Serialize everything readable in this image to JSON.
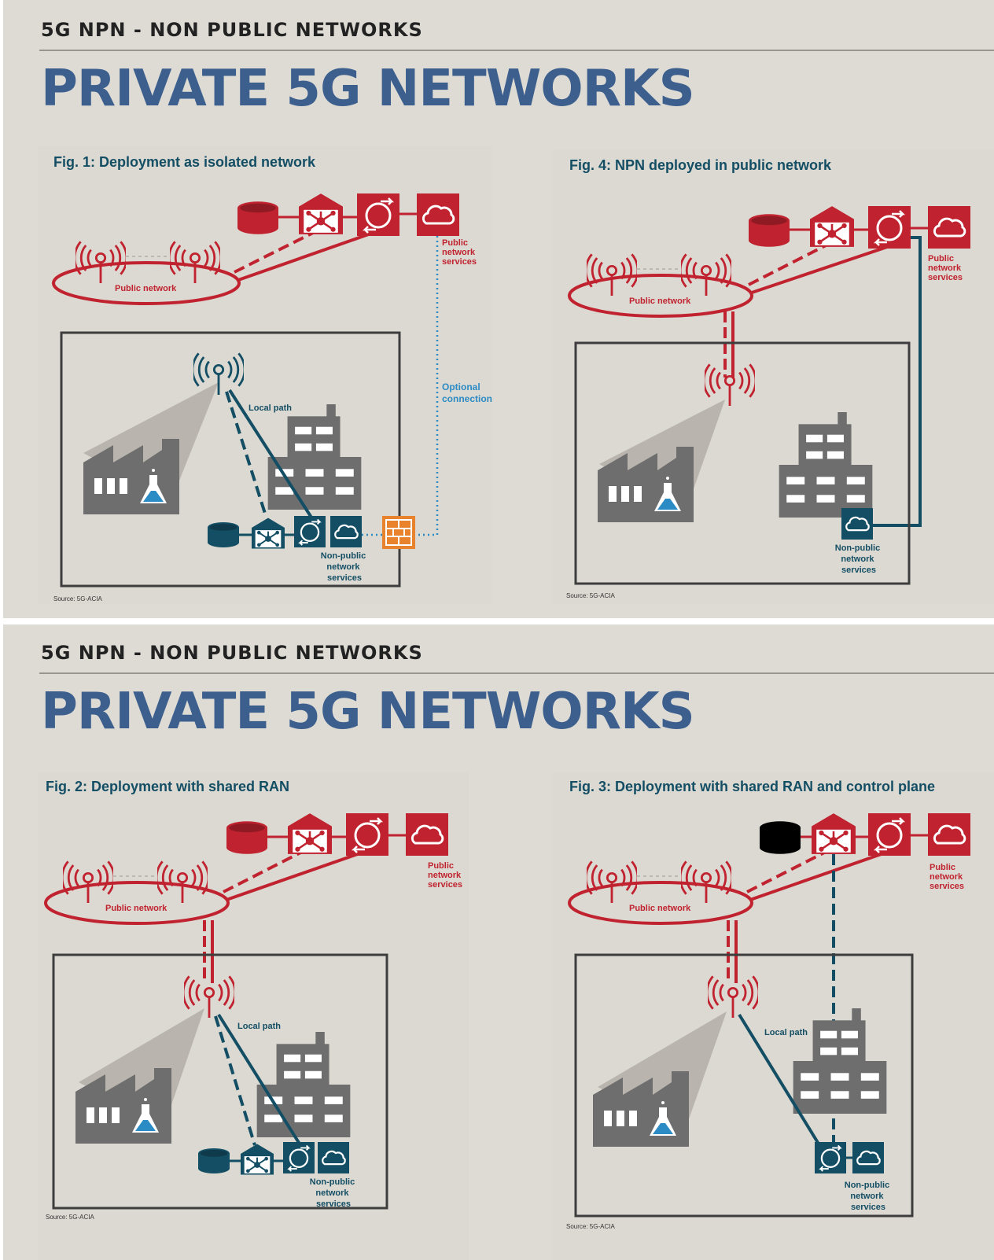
{
  "slide_top": {
    "kicker": "5G NPN - NON PUBLIC NETWORKS",
    "title": "PRIVATE 5G NETWORKS",
    "fig1": {
      "title": "Fig. 1: Deployment as isolated network",
      "public_network": "Public network",
      "public_services": [
        "Public",
        "network",
        "services"
      ],
      "optional_connection": [
        "Optional",
        "connection"
      ],
      "local_path": "Local path",
      "nonpublic_services": [
        "Non-public",
        "network",
        "services"
      ],
      "source": "Source: 5G-ACIA"
    },
    "fig4": {
      "title": "Fig. 4: NPN deployed in public network",
      "public_network": "Public network",
      "public_services": [
        "Public",
        "network",
        "services"
      ],
      "nonpublic_services": [
        "Non-public",
        "network",
        "services"
      ],
      "source": "Source: 5G-ACIA"
    }
  },
  "slide_bottom": {
    "kicker": "5G NPN - NON PUBLIC NETWORKS",
    "title": "PRIVATE 5G NETWORKS",
    "fig2": {
      "title": "Fig. 2: Deployment with shared RAN",
      "public_network": "Public network",
      "public_services": [
        "Public",
        "network",
        "services"
      ],
      "local_path": "Local path",
      "nonpublic_services": [
        "Non-public",
        "network",
        "services"
      ],
      "source": "Source: 5G-ACIA"
    },
    "fig3": {
      "title": "Fig. 3: Deployment with shared RAN and control plane",
      "public_network": "Public network",
      "public_services": [
        "Public",
        "network",
        "services"
      ],
      "local_path": "Local path",
      "nonpublic_services": [
        "Non-public",
        "network",
        "services"
      ],
      "source": "Source: 5G-ACIA"
    }
  },
  "colors": {
    "red": "#c0232f",
    "teal": "#134e64",
    "blue_title": "#3d5f8e",
    "firewall": "#e8822d",
    "panel_bg": "#dcd9d2",
    "building": "#6e6e6e"
  },
  "icons": [
    "antenna-icon",
    "database-icon",
    "core-hub-icon",
    "router-icon",
    "cloud-icon",
    "factory-icon",
    "flask-icon",
    "office-building-icon",
    "firewall-icon"
  ]
}
